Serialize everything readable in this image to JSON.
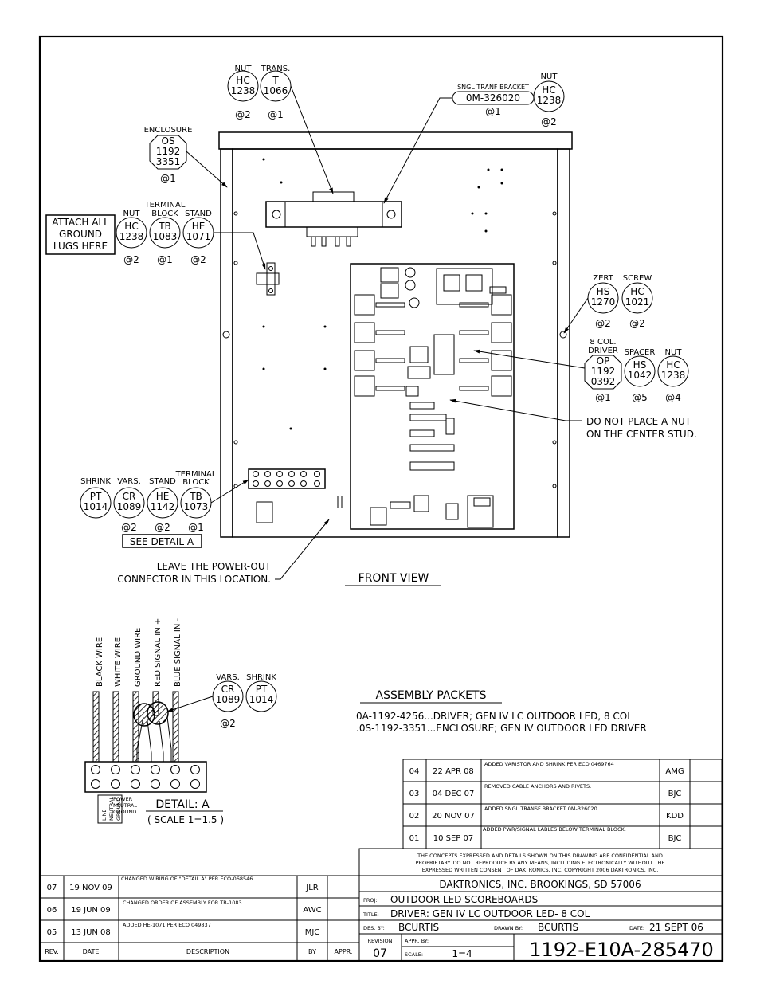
{
  "front_view": {
    "title": "FRONT VIEW",
    "enclosure": {
      "label": "ENCLOSURE",
      "l1": "OS",
      "l2": "1192",
      "l3": "3351",
      "qty": "@1"
    },
    "nut_top": {
      "label": "NUT",
      "l1": "HC",
      "l2": "1238",
      "qty": "@2"
    },
    "trans": {
      "label": "TRANS.",
      "l1": "T",
      "l2": "1066",
      "qty": "@1"
    },
    "bracket": {
      "label": "SNGL TRANF BRACKET",
      "part": "0M-326020",
      "qty": "@1"
    },
    "nut_bracket": {
      "label": "NUT",
      "l1": "HC",
      "l2": "1238",
      "qty": "@2"
    },
    "ground_note": {
      "l1": "ATTACH ALL",
      "l2": "GROUND",
      "l3": "LUGS HERE"
    },
    "nut_ground": {
      "label": "NUT",
      "l1": "HC",
      "l2": "1238",
      "qty": "@2"
    },
    "tb_ground": {
      "label1": "TERMINAL",
      "label2": "BLOCK",
      "l1": "TB",
      "l2": "1083",
      "qty": "@1"
    },
    "stand_ground": {
      "label": "STAND",
      "l1": "HE",
      "l2": "1071",
      "qty": "@2"
    },
    "zert": {
      "label": "ZERT",
      "l1": "HS",
      "l2": "1270",
      "qty": "@2"
    },
    "screw": {
      "label": "SCREW",
      "l1": "HC",
      "l2": "1021",
      "qty": "@2"
    },
    "driver": {
      "label1": "8 COL.",
      "label2": "DRIVER",
      "l1": "OP",
      "l2": "1192",
      "l3": "0392",
      "qty": "@1"
    },
    "spacer": {
      "label": "SPACER",
      "l1": "HS",
      "l2": "1042",
      "qty": "@5"
    },
    "nut_driver": {
      "label": "NUT",
      "l1": "HC",
      "l2": "1238",
      "qty": "@4"
    },
    "center_note": {
      "l1": "DO NOT PLACE A NUT",
      "l2": "ON THE CENTER STUD."
    },
    "shrink_a": {
      "label": "SHRINK",
      "l1": "PT",
      "l2": "1014"
    },
    "vars_a": {
      "label": "VARS.",
      "l1": "CR",
      "l2": "1089",
      "qty": "@2"
    },
    "stand_a": {
      "label": "STAND",
      "l1": "HE",
      "l2": "1142",
      "qty": "@2"
    },
    "tb_a": {
      "label1": "TERMINAL",
      "label2": "BLOCK",
      "l1": "TB",
      "l2": "1073",
      "qty": "@1"
    },
    "see_detail": "SEE DETAIL A",
    "power_note": {
      "l1": "LEAVE THE POWER-OUT",
      "l2": "CONNECTOR IN THIS LOCATION."
    }
  },
  "detail_a": {
    "title": "DETAIL: A",
    "scale": "( SCALE  1=1.5 )",
    "wires": [
      "BLACK WIRE",
      "WHITE WIRE",
      "GROUND WIRE",
      "RED SIGNAL IN +",
      "BLUE SIGNAL IN -"
    ],
    "vars": {
      "label": "VARS.",
      "l1": "CR",
      "l2": "1089",
      "qty": "@2"
    },
    "shrink": {
      "label": "SHRINK",
      "l1": "PT",
      "l2": "1014"
    },
    "tb_labels": [
      "LINE",
      "NEUTRAL",
      "GROUND"
    ],
    "tb_labels_right": [
      "POWER",
      "NEUTRAL",
      "GROUND"
    ]
  },
  "assembly": {
    "title": "ASSEMBLY PACKETS",
    "lines": [
      "0A-1192-4256...DRIVER; GEN IV LC OUTDOOR LED, 8 COL",
      ".0S-1192-3351...ENCLOSURE; GEN IV OUTDOOR LED DRIVER"
    ]
  },
  "revisions_right": [
    {
      "rev": "04",
      "date": "22 APR 08",
      "desc": "ADDED VARISTOR AND SHRINK PER ECO 0469764",
      "by": "AMG"
    },
    {
      "rev": "03",
      "date": "04 DEC 07",
      "desc": "REMOVED CABLE ANCHORS AND RIVETS.",
      "by": "BJC"
    },
    {
      "rev": "02",
      "date": "20 NOV 07",
      "desc": "ADDED SNGL TRANSF BRACKET 0M-326020",
      "by": "KDD"
    },
    {
      "rev": "01",
      "date": "10 SEP 07",
      "desc": "ADDED PWR/SIGNAL LABLES BELOW TERMINAL BLOCK.",
      "by": "BJC"
    }
  ],
  "revisions_left": [
    {
      "rev": "07",
      "date": "19 NOV 09",
      "desc": "CHANGED WIRING OF \"DETAIL A\" PER ECO-068546",
      "by": "JLR"
    },
    {
      "rev": "06",
      "date": "19 JUN 09",
      "desc": "CHANGED ORDER OF ASSEMBLY FOR TB-1083",
      "by": "AWC"
    },
    {
      "rev": "05",
      "date": "13 JUN 08",
      "desc": "ADDED HE-1071 PER ECO 049837",
      "by": "MJC"
    }
  ],
  "rev_headers": {
    "rev": "REV.",
    "date": "DATE",
    "desc": "DESCRIPTION",
    "by": "BY",
    "appr": "APPR."
  },
  "title_block": {
    "confidential": [
      "THE CONCEPTS  EXPRESSED  AND  DETAILS SHOWN ON THIS DRAWING ARE CONFIDENTIAL AND",
      "PROPRIETARY.  DO NOT REPRODUCE BY ANY MEANS, INCLUDING ELECTRONICALLY WITHOUT THE",
      "EXPRESSED WRITTEN CONSENT OF DAKTRONICS, INC.          COPYRIGHT 2006 DAKTRONICS, INC."
    ],
    "company": "DAKTRONICS,  INC.    BROOKINGS,  SD  57006",
    "proj_label": "PROJ:",
    "proj": "OUTDOOR LED SCOREBOARDS",
    "title_label": "TITLE:",
    "title": "DRIVER: GEN IV LC OUTDOOR LED- 8 COL",
    "des_label": "DES. BY:",
    "des": "BCURTIS",
    "drawn_label": "DRAWN BY:",
    "drawn": "BCURTIS",
    "date_label": "DATE:",
    "date": "21  SEPT  06",
    "revision_label": "REVISION",
    "revision": "07",
    "appr_label": "APPR. BY:",
    "scale_label": "SCALE:",
    "scale": "1=4",
    "drawing_number": "1192-E10A-285470"
  }
}
